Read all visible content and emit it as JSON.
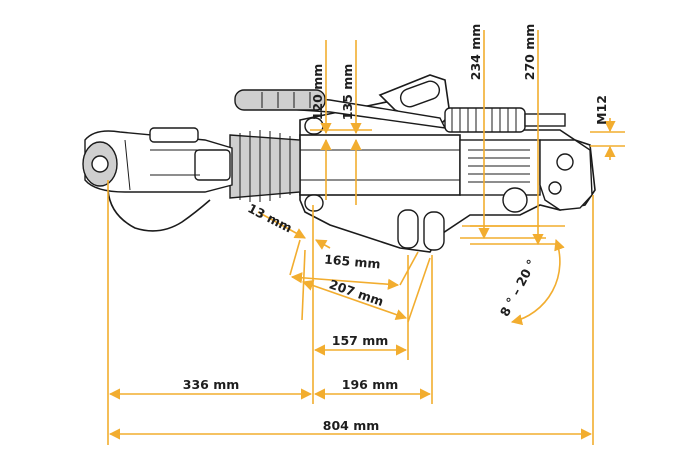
{
  "colors": {
    "dimension": "#f2ad2f",
    "outline": "#1b1b1b",
    "text": "#1e1e1e",
    "background": "#ffffff"
  },
  "dimensions": {
    "total_length": "804 mm",
    "front_length": "336 mm",
    "bolt_spacing_196": "196 mm",
    "bolt_spacing_157": "157 mm",
    "diag_207": "207 mm",
    "diag_165": "165 mm",
    "diag_13": "13 mm",
    "height_120": "120 mm",
    "height_135": "135 mm",
    "height_234": "234 mm",
    "height_270": "270 mm",
    "thread": "M12",
    "angle": "8 ° – 20 °"
  }
}
